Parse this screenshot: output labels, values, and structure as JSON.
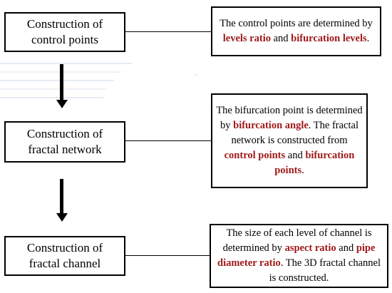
{
  "steps": [
    {
      "label_line1": "Construction of",
      "label_line2": "control points"
    },
    {
      "label_line1": "Construction of",
      "label_line2": "fractal network"
    },
    {
      "label_line1": "Construction of",
      "label_line2": "fractal channel"
    }
  ],
  "notes": [
    {
      "parts": [
        "The control points are determined by ",
        "levels ratio",
        " and ",
        "bifurcation levels",
        "."
      ]
    },
    {
      "parts": [
        "The bifurcation point is determined by ",
        "bifurcation angle",
        ". The fractal network is constructed from ",
        "control points",
        " and ",
        "bifurcation points",
        "."
      ]
    },
    {
      "parts": [
        "The size of each level of channel is determined by ",
        "aspect ratio",
        " and ",
        "pipe diameter ratio",
        ". The 3D fractal channel is constructed."
      ]
    }
  ],
  "colors": {
    "highlight": "#a01a1a",
    "border": "#000000"
  }
}
